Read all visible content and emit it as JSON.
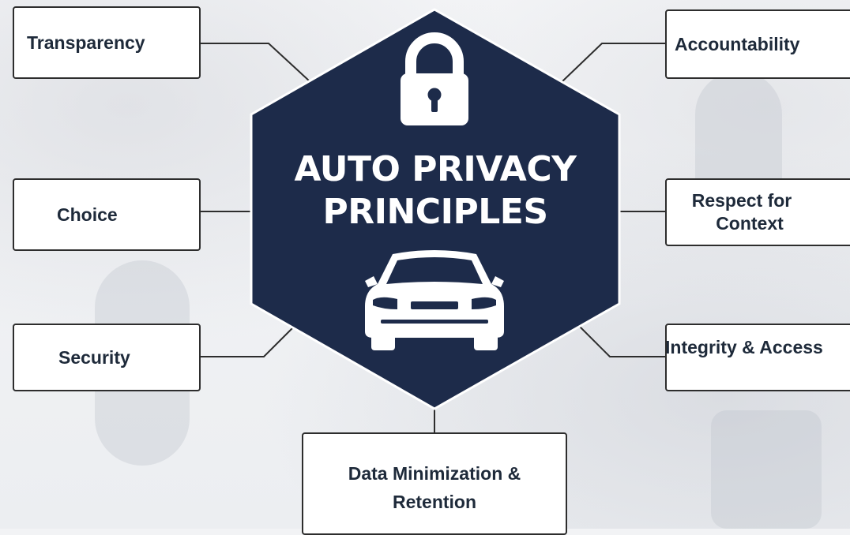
{
  "hexagon": {
    "title_line1": "AUTO PRIVACY",
    "title_line2": "PRINCIPLES",
    "icons": [
      "lock-icon",
      "car-icon"
    ]
  },
  "principles": {
    "transparency": "Transparency",
    "accountability": "Accountability",
    "choice": "Choice",
    "respect_for_context_line1": "Respect for",
    "respect_for_context_line2": "Context",
    "security": "Security",
    "integrity_access": "Integrity & Access",
    "data_minimization_line1": "Data Minimization &",
    "data_minimization_line2": "Retention"
  },
  "colors": {
    "hexagon_fill": "#1d2b4a",
    "box_border": "#2d2d2d",
    "box_text": "#1e2a3a",
    "connector": "#2d2d2d",
    "icon": "#ffffff"
  }
}
